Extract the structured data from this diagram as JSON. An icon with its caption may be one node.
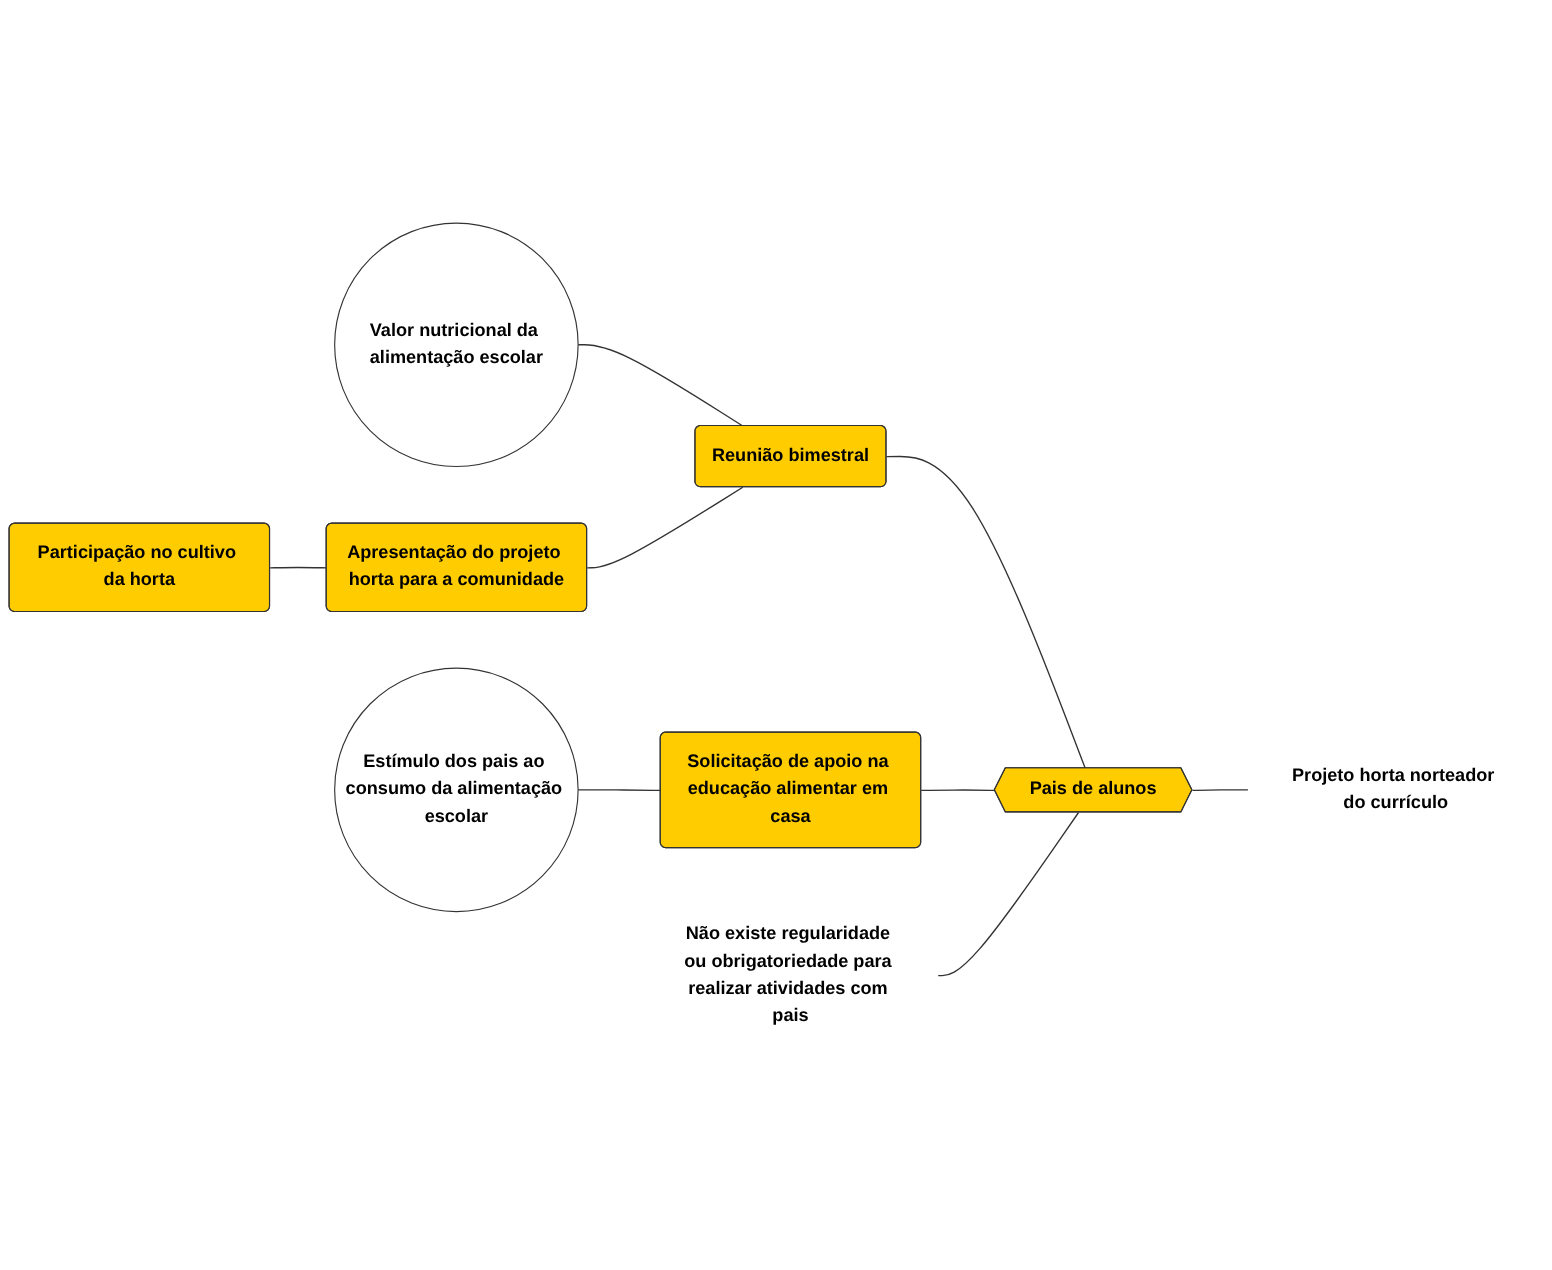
{
  "diagram": {
    "nodes": [
      {
        "text": [
          "Projeto horta norteador do currículo"
        ]
      },
      {
        "text": [
          "Valor nutricional da alimentação escolar"
        ]
      },
      {
        "text": [
          "Reunião bimestral"
        ]
      },
      {
        "text": [
          "Participação no cultivo da horta"
        ]
      },
      {
        "text": [
          "Apresentação do projeto horta para a comunidade"
        ]
      },
      {
        "text": [
          "Pais de alunos"
        ]
      },
      {
        "text": [
          "Estímulo dos pais ao consumo da alimentação escolar"
        ]
      },
      {
        "text": [
          "Solicitação de apoio na educação alimentar em casa"
        ]
      },
      {
        "text": [
          "Não existe regularidade ou obrigatoriedade para realizar atividades com pais"
        ]
      }
    ],
    "edges": [
      {
        "from": 0,
        "to": 5,
        "arrow": "none"
      },
      {
        "from": 5,
        "to": 2,
        "arrow": "none"
      },
      {
        "from": 2,
        "to": 1,
        "arrow": "none"
      },
      {
        "from": 2,
        "to": 4,
        "arrow": "none"
      },
      {
        "from": 4,
        "to": 3,
        "arrow": "none"
      },
      {
        "from": 5,
        "to": 7,
        "arrow": "none"
      },
      {
        "from": 7,
        "to": 6,
        "arrow": "none"
      },
      {
        "from": 5,
        "to": 8,
        "arrow": "none"
      }
    ]
  }
}
